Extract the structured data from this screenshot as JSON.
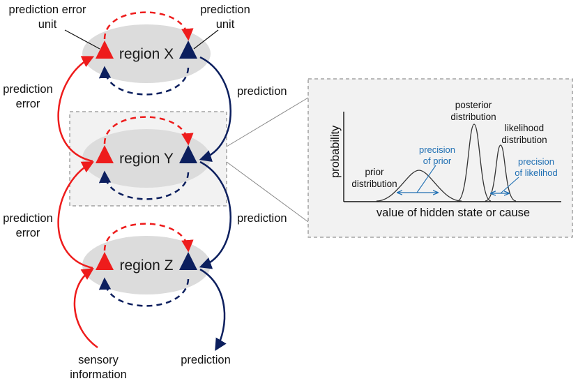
{
  "colors": {
    "error": "#ee1c1c",
    "prediction": "#0c1f5e",
    "region_fill": "#dcdcdc",
    "highlight_fill": "#f2f2f2",
    "inset_accent": "#1f6fb3",
    "curve": "#333333"
  },
  "labels": {
    "error_unit_line1": "prediction error",
    "error_unit_line2": "unit",
    "prediction_unit_line1": "prediction",
    "prediction_unit_line2": "unit",
    "left_error_1_line1": "prediction",
    "left_error_1_line2": "error",
    "left_error_2_line1": "prediction",
    "left_error_2_line2": "error",
    "right_prediction_1": "prediction",
    "right_prediction_2": "prediction",
    "sensory_line1": "sensory",
    "sensory_line2": "information",
    "bottom_prediction": "prediction"
  },
  "regions": [
    {
      "label": "region X"
    },
    {
      "label": "region Y"
    },
    {
      "label": "region Z"
    }
  ],
  "inset": {
    "ylabel": "probability",
    "xlabel": "value of hidden state or cause",
    "prior_line1": "prior",
    "prior_line2": "distribution",
    "posterior_line1": "posterior",
    "posterior_line2": "distribution",
    "likelihood_line1": "likelihood",
    "likelihood_line2": "distribution",
    "precision_prior_line1": "precision",
    "precision_prior_line2": "of prior",
    "precision_likelihood_line1": "precision",
    "precision_likelihood_line2": "of likelihod"
  }
}
